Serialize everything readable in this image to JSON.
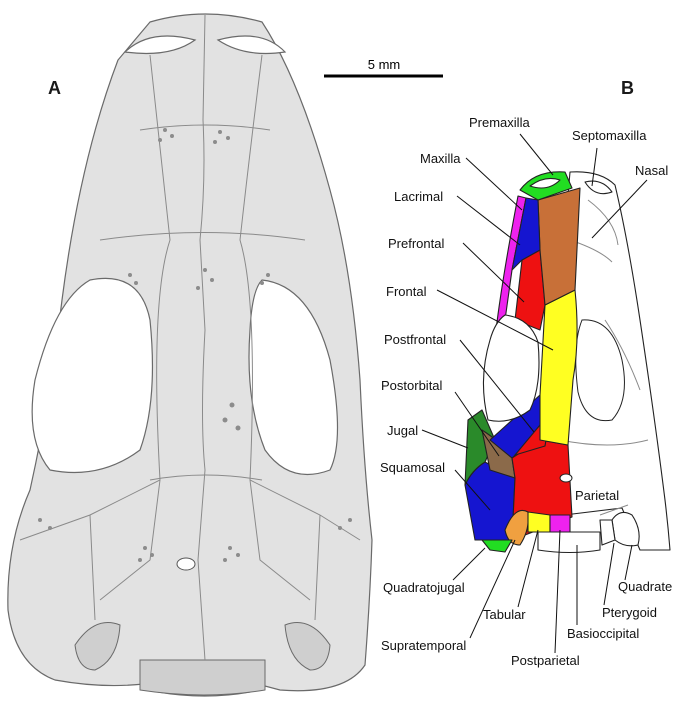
{
  "panels": {
    "a": "A",
    "b": "B"
  },
  "scale_bar": {
    "label": "5 mm"
  },
  "bones": [
    {
      "id": "premaxilla",
      "label": "Premaxilla",
      "color": "#22dd22"
    },
    {
      "id": "septomaxilla",
      "label": "Septomaxilla",
      "color": "#ffffff"
    },
    {
      "id": "maxilla",
      "label": "Maxilla",
      "color": "#ee22ee"
    },
    {
      "id": "nasal",
      "label": "Nasal",
      "color": "#c87038"
    },
    {
      "id": "lacrimal",
      "label": "Lacrimal",
      "color": "#1515d0"
    },
    {
      "id": "prefrontal",
      "label": "Prefrontal",
      "color": "#ee1111"
    },
    {
      "id": "frontal",
      "label": "Frontal",
      "color": "#ffff22"
    },
    {
      "id": "postfrontal",
      "label": "Postfrontal",
      "color": "#ee1111"
    },
    {
      "id": "postorbital",
      "label": "Postorbital",
      "color": "#8b6a4a"
    },
    {
      "id": "jugal",
      "label": "Jugal",
      "color": "#2a8a2a"
    },
    {
      "id": "squamosal",
      "label": "Squamosal",
      "color": "#1515d0"
    },
    {
      "id": "parietal",
      "label": "Parietal",
      "color": "#ee1111"
    },
    {
      "id": "quadratojugal",
      "label": "Quadratojugal",
      "color": "#22dd22"
    },
    {
      "id": "supratemporal",
      "label": "Supratemporal",
      "color": "#f0a040"
    },
    {
      "id": "tabular",
      "label": "Tabular",
      "color": "#ffff22"
    },
    {
      "id": "postparietal",
      "label": "Postparietal",
      "color": "#ee22ee"
    },
    {
      "id": "basioccipital",
      "label": "Basioccipital",
      "color": "#ffffff"
    },
    {
      "id": "pterygoid",
      "label": "Pterygoid",
      "color": "#ffffff"
    },
    {
      "id": "quadrate",
      "label": "Quadrate",
      "color": "#ffffff"
    }
  ]
}
